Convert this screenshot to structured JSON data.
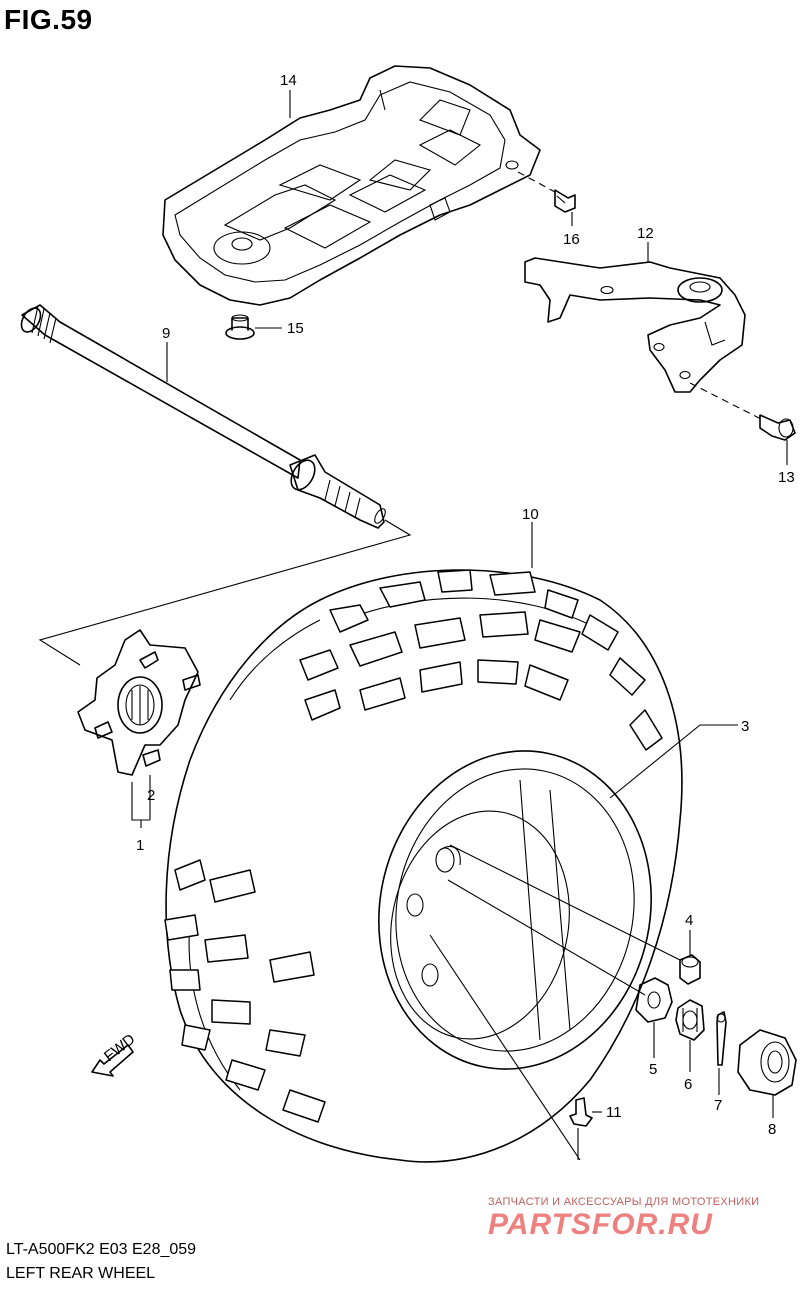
{
  "figure": {
    "title": "FIG.59"
  },
  "footer": {
    "model_code": "LT-A500FK2 E03 E28_059",
    "diagram_title": "LEFT REAR WHEEL"
  },
  "watermark": {
    "tagline": "ЗАПЧАСТИ И АКСЕССУАРЫ ДЛЯ МОТОТЕХНИКИ",
    "logo": "PARTSFOR.RU"
  },
  "direction_marker": {
    "label": "FWD"
  },
  "callouts": {
    "c1": "1",
    "c2": "2",
    "c3": "3",
    "c4": "4",
    "c5": "5",
    "c6": "6",
    "c7": "7",
    "c8": "8",
    "c9": "9",
    "c10": "10",
    "c11": "11",
    "c12": "12",
    "c13": "13",
    "c14": "14",
    "c15": "15",
    "c16": "16"
  },
  "colors": {
    "line": "#000000",
    "background": "#ffffff",
    "watermark": "#ee8080"
  }
}
